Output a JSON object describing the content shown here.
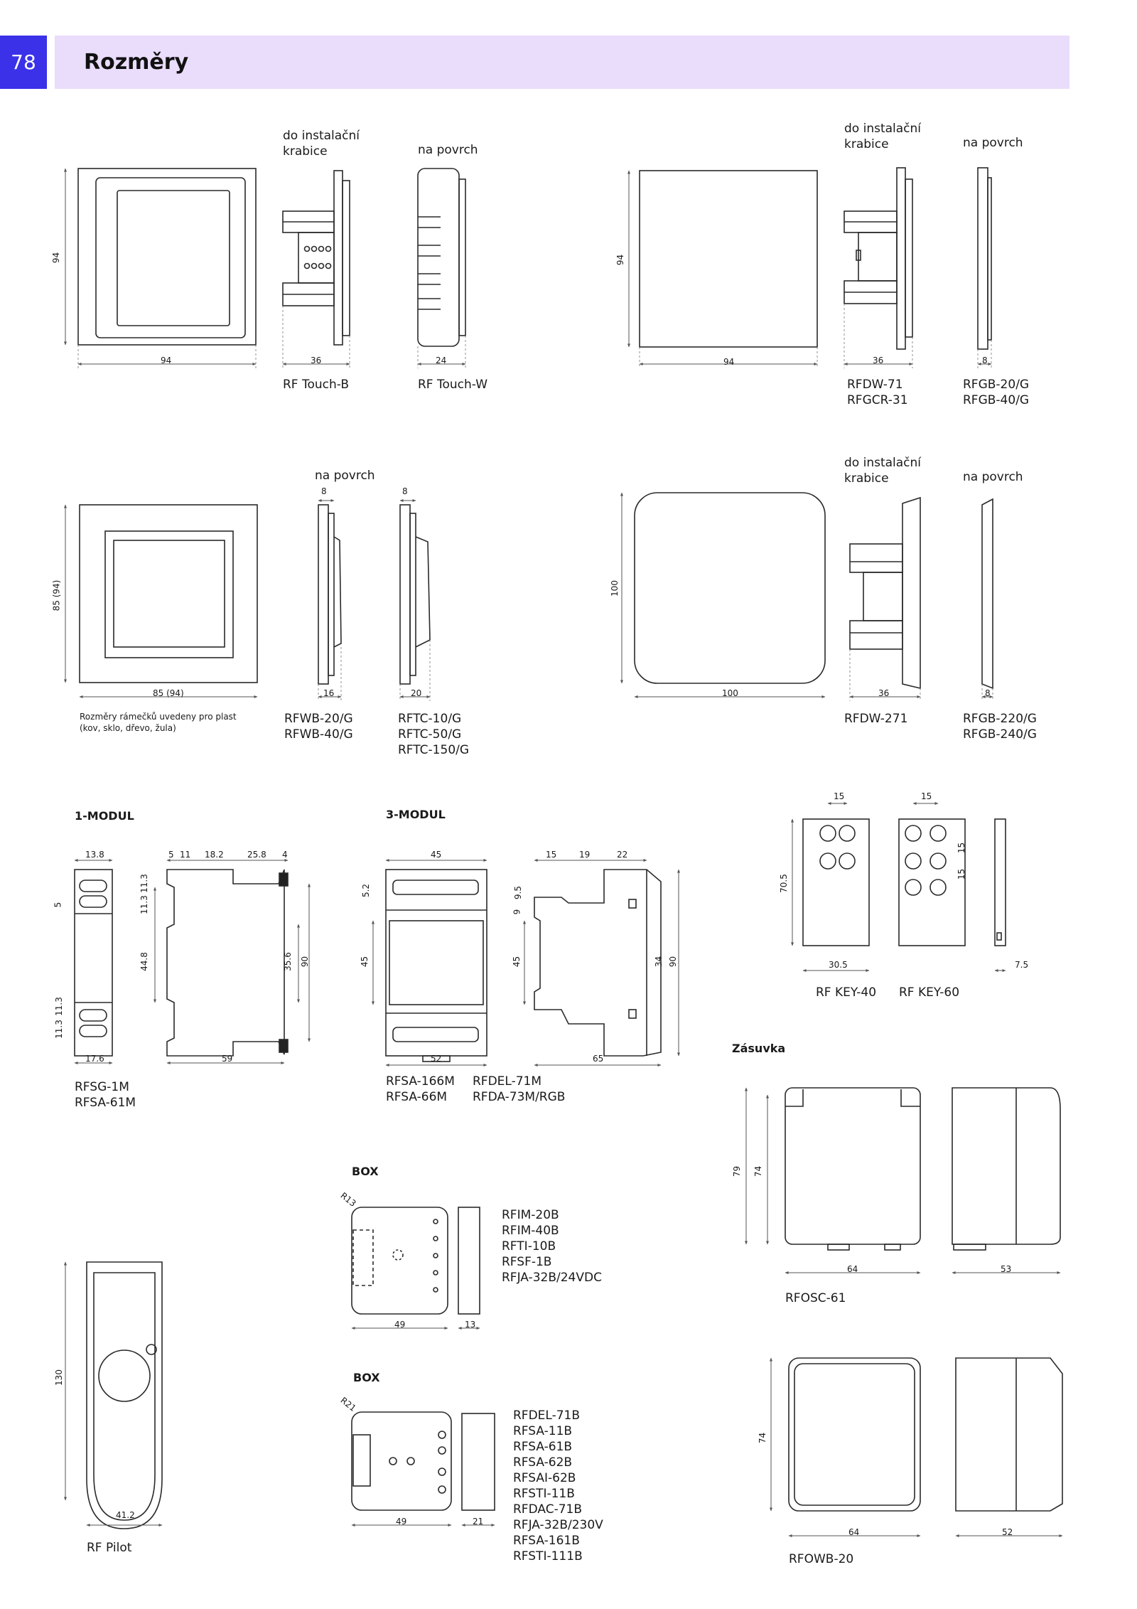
{
  "page": {
    "number": "78",
    "title": "Rozměry"
  },
  "colors": {
    "header_bg": "#eadcfb",
    "page_badge": "#3a31e8",
    "line": "#2a2a2a",
    "dim": "#555555"
  },
  "captions": {
    "in_box": [
      "do instalační",
      "krabice"
    ],
    "surface": "na povrch",
    "frames_note": [
      "Rozměry rámečků uvedeny pro plast",
      "(kov, sklo, dřevo, žula)"
    ]
  },
  "sections": {
    "modul1": "1-MODUL",
    "modul3": "3-MODUL",
    "box1": "BOX",
    "box2": "BOX",
    "socket": "Zásuvka"
  },
  "models": {
    "touch_b": [
      "RF Touch-B"
    ],
    "touch_w": [
      "RF Touch-W"
    ],
    "rfdw71": [
      "RFDW-71",
      "RFGCR-31"
    ],
    "rfgb20": [
      "RFGB-20/G",
      "RFGB-40/G"
    ],
    "rfwb": [
      "RFWB-20/G",
      "RFWB-40/G"
    ],
    "rftc": [
      "RFTC-10/G",
      "RFTC-50/G",
      "RFTC-150/G"
    ],
    "rfdw271": [
      "RFDW-271"
    ],
    "rfgb220": [
      "RFGB-220/G",
      "RFGB-240/G"
    ],
    "rfsg": [
      "RFSG-1M",
      "RFSA-61M"
    ],
    "rfsa166": [
      "RFSA-166M",
      "RFSA-66M"
    ],
    "rfdel71m": [
      "RFDEL-71M",
      "RFDA-73M/RGB"
    ],
    "rfkey40": [
      "RF KEY-40"
    ],
    "rfkey60": [
      "RF KEY-60"
    ],
    "box1_list": [
      "RFIM-20B",
      "RFIM-40B",
      "RFTI-10B",
      "RFSF-1B",
      "RFJA-32B/24VDC"
    ],
    "box2_list": [
      "RFDEL-71B",
      "RFSA-11B",
      "RFSA-61B",
      "RFSA-62B",
      "RFSAI-62B",
      "RFSTI-11B",
      "RFDAC-71B",
      "RFJA-32B/230V",
      "RFSA-161B",
      "RFSTI-111B"
    ],
    "rfosc": [
      "RFOSC-61"
    ],
    "rfowb": [
      "RFOWB-20"
    ],
    "pilot": [
      "RF Pilot"
    ]
  },
  "dims": {
    "d94": "94",
    "d36": "36",
    "d24": "24",
    "d8": "8",
    "d16": "16",
    "d20": "20",
    "d85": "85 (94)",
    "d100": "100",
    "d13_8": "13.8",
    "d5": "5",
    "d11": "11",
    "d18_2": "18.2",
    "d25_8": "25.8",
    "d4": "4",
    "d11_3": "11.3",
    "d44_8": "44.8",
    "d35_6": "35.6",
    "d90": "90",
    "d17_6": "17.6",
    "d59": "59",
    "d45": "45",
    "d15": "15",
    "d19": "19",
    "d22": "22",
    "d5_2": "5.2",
    "d9_5": "9.5",
    "d9": "9",
    "d34": "34",
    "d52": "52",
    "d65": "65",
    "d70_5": "70.5",
    "d30_5": "30.5",
    "d7_5": "7.5",
    "d79": "79",
    "d74": "74",
    "d64": "64",
    "d53": "53",
    "d52b": "52",
    "d130": "130",
    "d41_2": "41.2",
    "d49": "49",
    "d13": "13",
    "d21": "21",
    "dR13": "R13",
    "dR21": "R21"
  }
}
